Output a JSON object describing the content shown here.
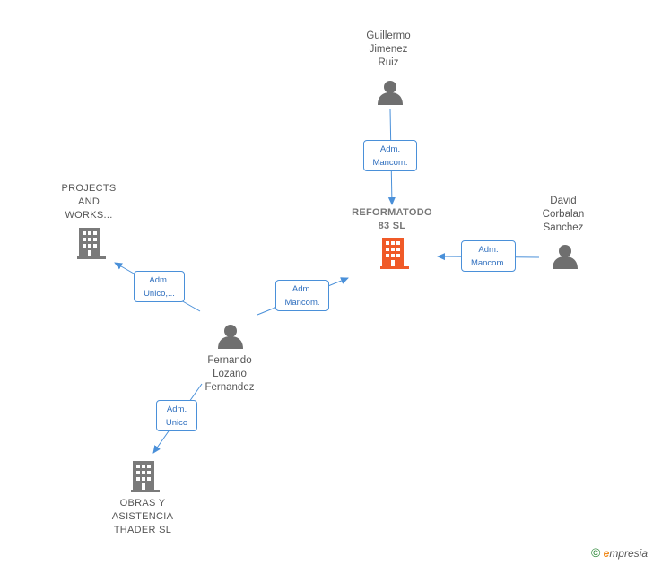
{
  "nodes": {
    "guillermo": {
      "lines": [
        "Guillermo",
        "Jimenez",
        "Ruiz"
      ],
      "type": "person",
      "icon": "person-icon"
    },
    "reformatodo": {
      "lines": [
        "REFORMATODO",
        "83  SL"
      ],
      "type": "company-main",
      "icon": "building-icon"
    },
    "david": {
      "lines": [
        "David",
        "Corbalan",
        "Sanchez"
      ],
      "type": "person",
      "icon": "person-icon"
    },
    "projects": {
      "lines": [
        "PROJECTS",
        "AND",
        "WORKS..."
      ],
      "type": "company",
      "icon": "building-icon"
    },
    "fernando": {
      "lines": [
        "Fernando",
        "Lozano",
        "Fernandez"
      ],
      "type": "person",
      "icon": "person-icon"
    },
    "obras": {
      "lines": [
        "OBRAS Y",
        "ASISTENCIA",
        "THADER  SL"
      ],
      "type": "company",
      "icon": "building-icon"
    }
  },
  "edges": {
    "guillermo_reformatodo": {
      "lines": [
        "Adm.",
        "Mancom."
      ]
    },
    "david_reformatodo": {
      "lines": [
        "Adm.",
        "Mancom."
      ]
    },
    "fernando_reformatodo": {
      "lines": [
        "Adm.",
        "Mancom."
      ]
    },
    "fernando_projects": {
      "lines": [
        "Adm.",
        "Unico,..."
      ]
    },
    "fernando_obras": {
      "lines": [
        "Adm.",
        "Unico"
      ]
    }
  },
  "colors": {
    "edge": "#4a90d9",
    "person": "#6f6f6f",
    "company": "#7a7a7a",
    "company_main": "#f05a28"
  },
  "watermark": {
    "symbol": "©",
    "brand_initial": "e",
    "brand_rest": "mpresia"
  }
}
